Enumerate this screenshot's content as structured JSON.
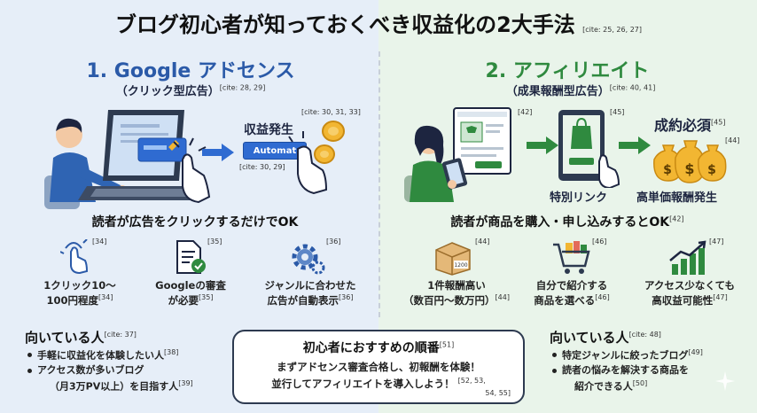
{
  "title": "ブログ初心者が知っておくべき収益化の2大手法",
  "title_cite": "[cite: 25, 26, 27]",
  "left": {
    "heading": "1. Google アドセンス",
    "subtitle": "（クリック型広告）",
    "subtitle_cite": "[cite: 28, 29]",
    "revenue_label": "収益発生",
    "revenue_cite": "[cite: 30, 31, 33]",
    "ad_button": "Automat",
    "ad_cite": "[cite: 30, 29]",
    "message": "読者が広告をクリックするだけでOK",
    "features": [
      {
        "icon": "tap-hand-icon",
        "cite_icon": "[34]",
        "line1": "1クリック10〜",
        "line2": "100円程度",
        "cite": "[34]"
      },
      {
        "icon": "document-check-icon",
        "cite_icon": "[35]",
        "line1": "Googleの審査",
        "line2": "が必要",
        "cite": "[35]"
      },
      {
        "icon": "gear-icon",
        "cite_icon": "[36]",
        "line1": "ジャンルに合わせた",
        "line2": "広告が自動表示",
        "cite": "[36]"
      }
    ],
    "suitable_title": "向いている人",
    "suitable_cite": "[cite: 37]",
    "suitable": [
      {
        "line1": "手軽に収益化を体験したい人",
        "cite": "[38]"
      },
      {
        "line1": "アクセス数が多いブログ",
        "line2": "（月3万PV以上）を目指す人",
        "cite": "[39]"
      }
    ]
  },
  "right": {
    "heading": "2. アフィリエイト",
    "subtitle": "（成果報酬型広告）",
    "subtitle_cite": "[cite: 40, 41]",
    "page_cite": "[42]",
    "tablet_cite": "[45]",
    "contract_label": "成約必須",
    "contract_cite": "[45]",
    "bags_cite": "[44]",
    "special_link": "特別リンク",
    "high_reward": "高単価報酬発生",
    "message": "読者が商品を購入・申し込みするとOK",
    "message_cite": "[42]",
    "features": [
      {
        "icon": "box-icon",
        "cite_icon": "[44]",
        "box_text": "1200",
        "line1": "1件報酬高い",
        "line2": "（数百円〜数万円）",
        "cite": "[44]"
      },
      {
        "icon": "cart-icon",
        "cite_icon": "[46]",
        "line1": "自分で紹介する",
        "line2": "商品を選べる",
        "cite": "[46]"
      },
      {
        "icon": "growth-chart-icon",
        "cite_icon": "[47]",
        "line1": "アクセス少なくても",
        "line2": "高収益可能性",
        "cite": "[47]"
      }
    ],
    "suitable_title": "向いている人",
    "suitable_cite": "[cite: 48]",
    "suitable": [
      {
        "line1": "特定ジャンルに絞ったブログ",
        "cite": "[49]"
      },
      {
        "line1": "読者の悩みを解決する商品を",
        "line2": "紹介できる人",
        "cite": "[50]"
      }
    ]
  },
  "recommend": {
    "title": "初心者におすすめの順番",
    "title_cite": "[51]",
    "line1": "まずアドセンス審査合格し、初報酬を体験！",
    "line2": "並行してアフィリエイトを導入しよう！",
    "cite_a": "[52, 53,",
    "cite_b": "54, 55]"
  },
  "colors": {
    "left_accent": "#2b5aa8",
    "right_accent": "#2f8a3f",
    "coin": "#f2b632",
    "arrow_left": "#2f6bd1",
    "arrow_right": "#2f8a3f"
  }
}
